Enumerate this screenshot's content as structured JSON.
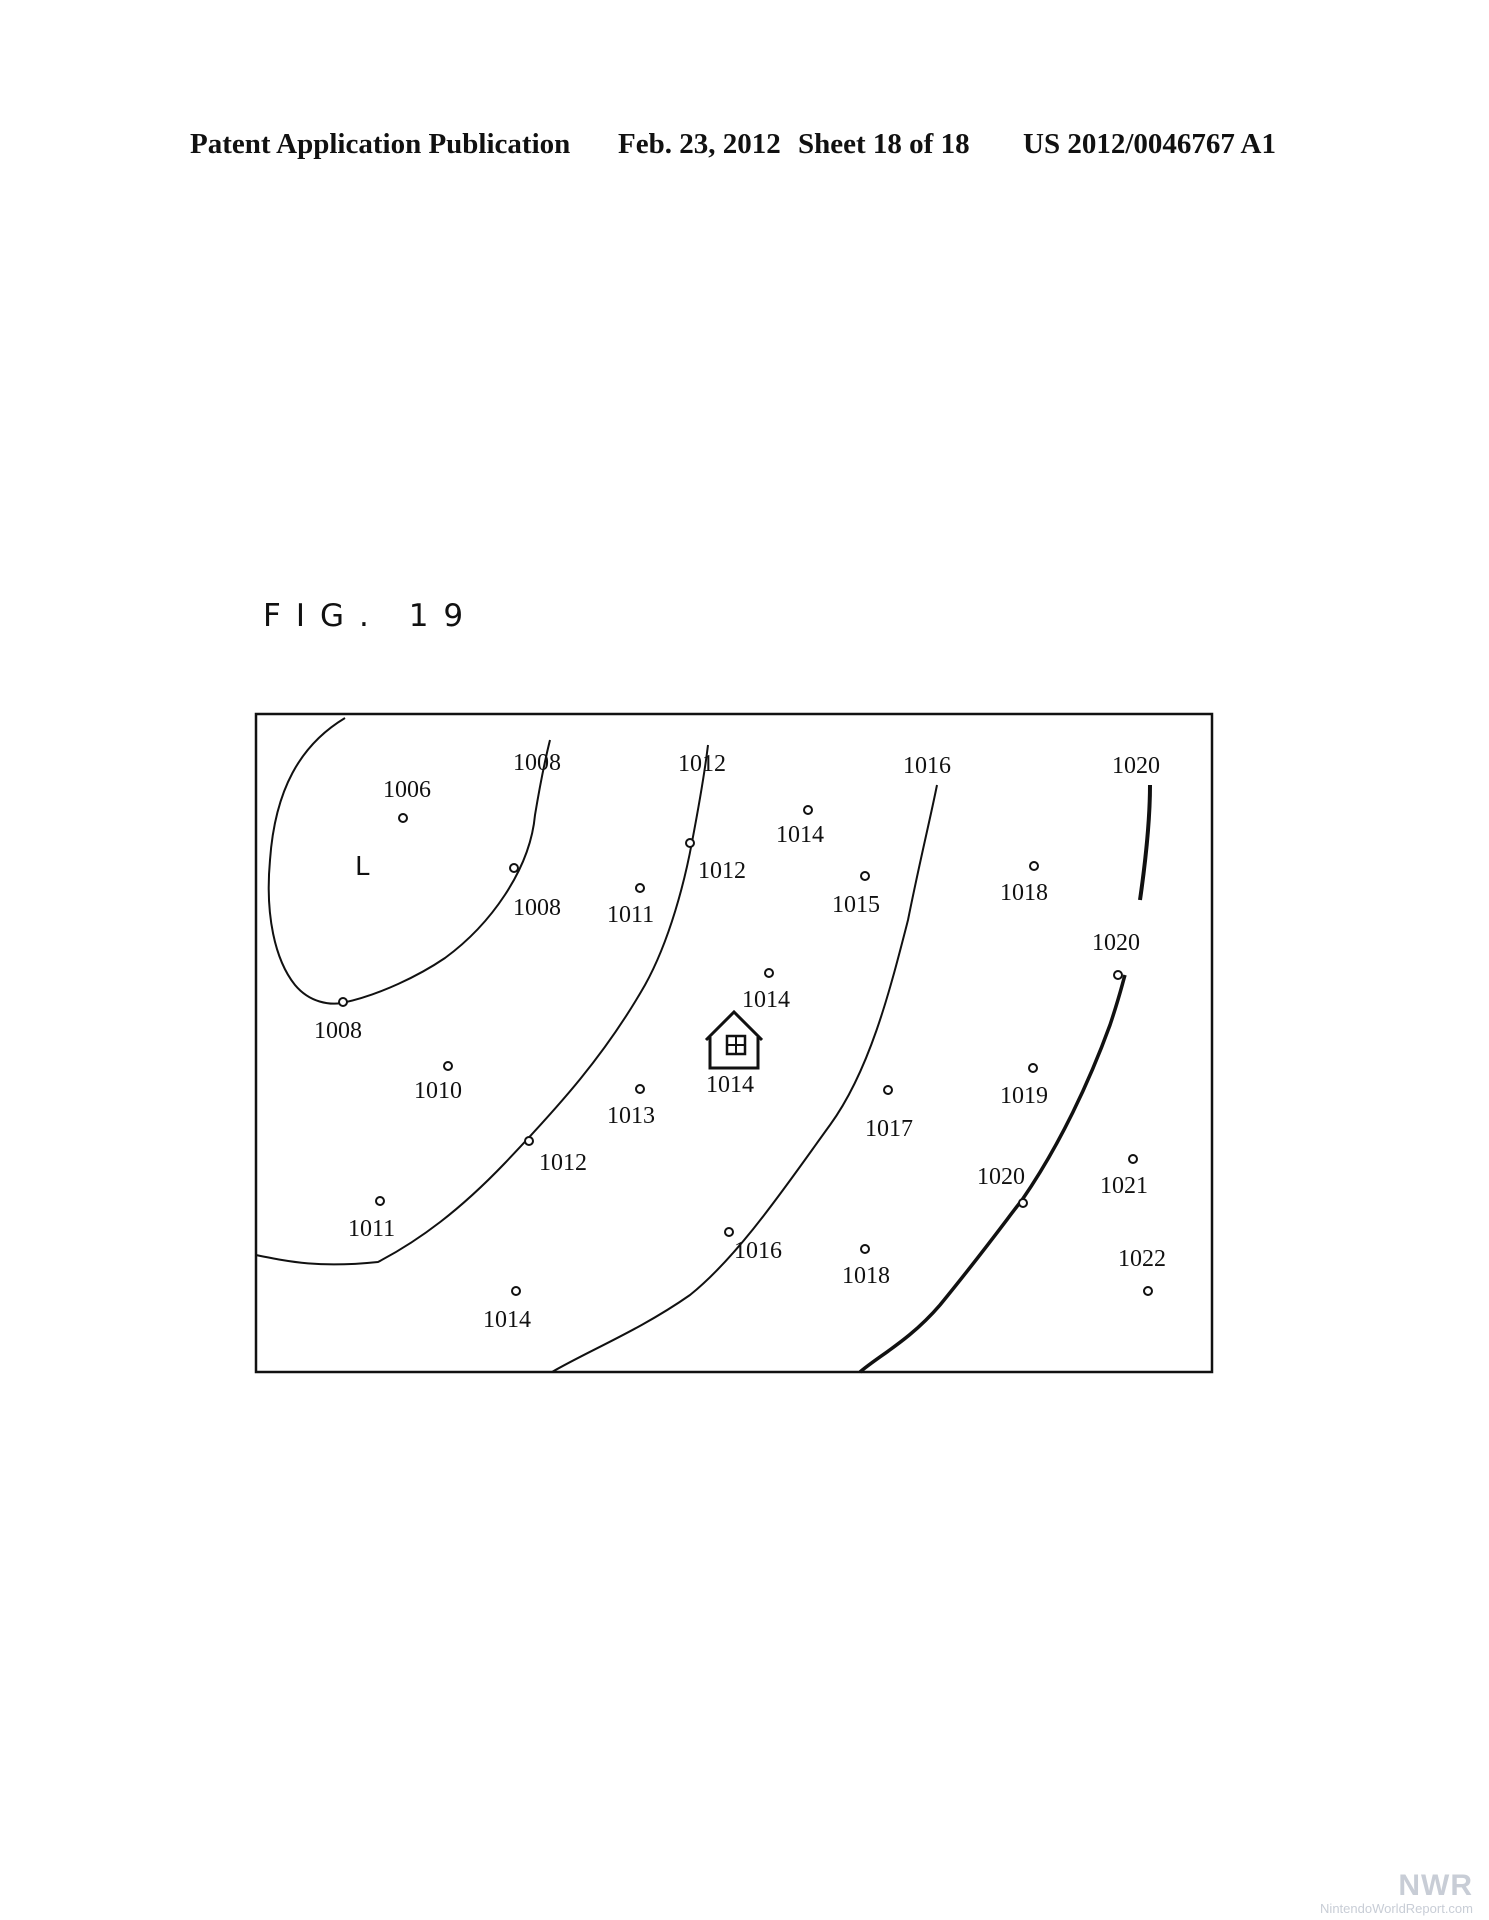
{
  "header": {
    "publication": "Patent Application Publication",
    "date": "Feb. 23, 2012",
    "sheet": "Sheet 18 of 18",
    "number": "US 2012/0046767 A1"
  },
  "figure": {
    "label": "FIG. 19",
    "low_marker": "L",
    "contour_labels": [
      "1008",
      "1008",
      "1008",
      "1012",
      "1012",
      "1012",
      "1016",
      "1016",
      "1020",
      "1020",
      "1020"
    ],
    "station_values": [
      "1006",
      "1011",
      "1014",
      "1015",
      "1018",
      "1014",
      "1014",
      "1010",
      "1013",
      "1017",
      "1019",
      "1011",
      "1021",
      "1018",
      "1022",
      "1014"
    ],
    "icon": "house-icon"
  },
  "watermark": {
    "logo": "NWR",
    "site": "NintendoWorldReport.com"
  }
}
